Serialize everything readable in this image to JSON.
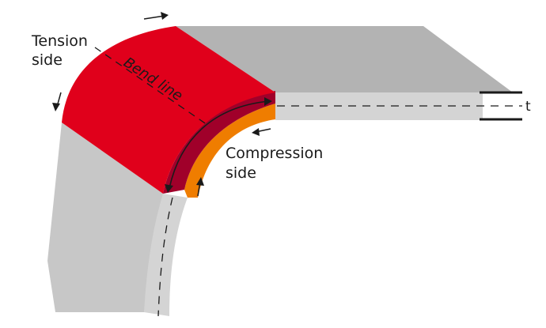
{
  "labels": {
    "tension_1": "Tension",
    "tension_2": "side",
    "bend_line": "Bend line",
    "compression_1": "Compression",
    "compression_2": "side",
    "thickness": "t"
  },
  "colors": {
    "background": "#ffffff",
    "plate_top": "#b3b3b3",
    "plate_front": "#c7c7c7",
    "plate_side_light": "#d4d4d4",
    "tension_surface": "#e0001b",
    "inner_band": "#a0002a",
    "compression_surface": "#ef7d00",
    "line": "#1a1a1a"
  }
}
